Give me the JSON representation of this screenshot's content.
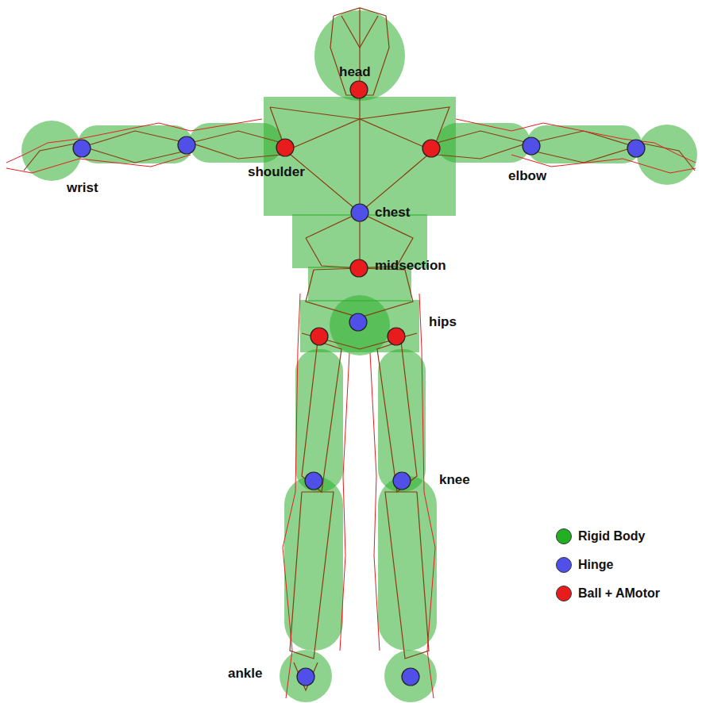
{
  "diagram": {
    "labels": [
      "head",
      "wrist",
      "shoulder",
      "chest",
      "elbow",
      "midsection",
      "hips",
      "knee",
      "ankle"
    ],
    "legend": [
      {
        "text": "Rigid Body",
        "color": "#22b022"
      },
      {
        "text": "Hinge",
        "color": "#5050e8"
      },
      {
        "text": "Ball + AMotor",
        "color": "#e81c1c"
      }
    ]
  }
}
